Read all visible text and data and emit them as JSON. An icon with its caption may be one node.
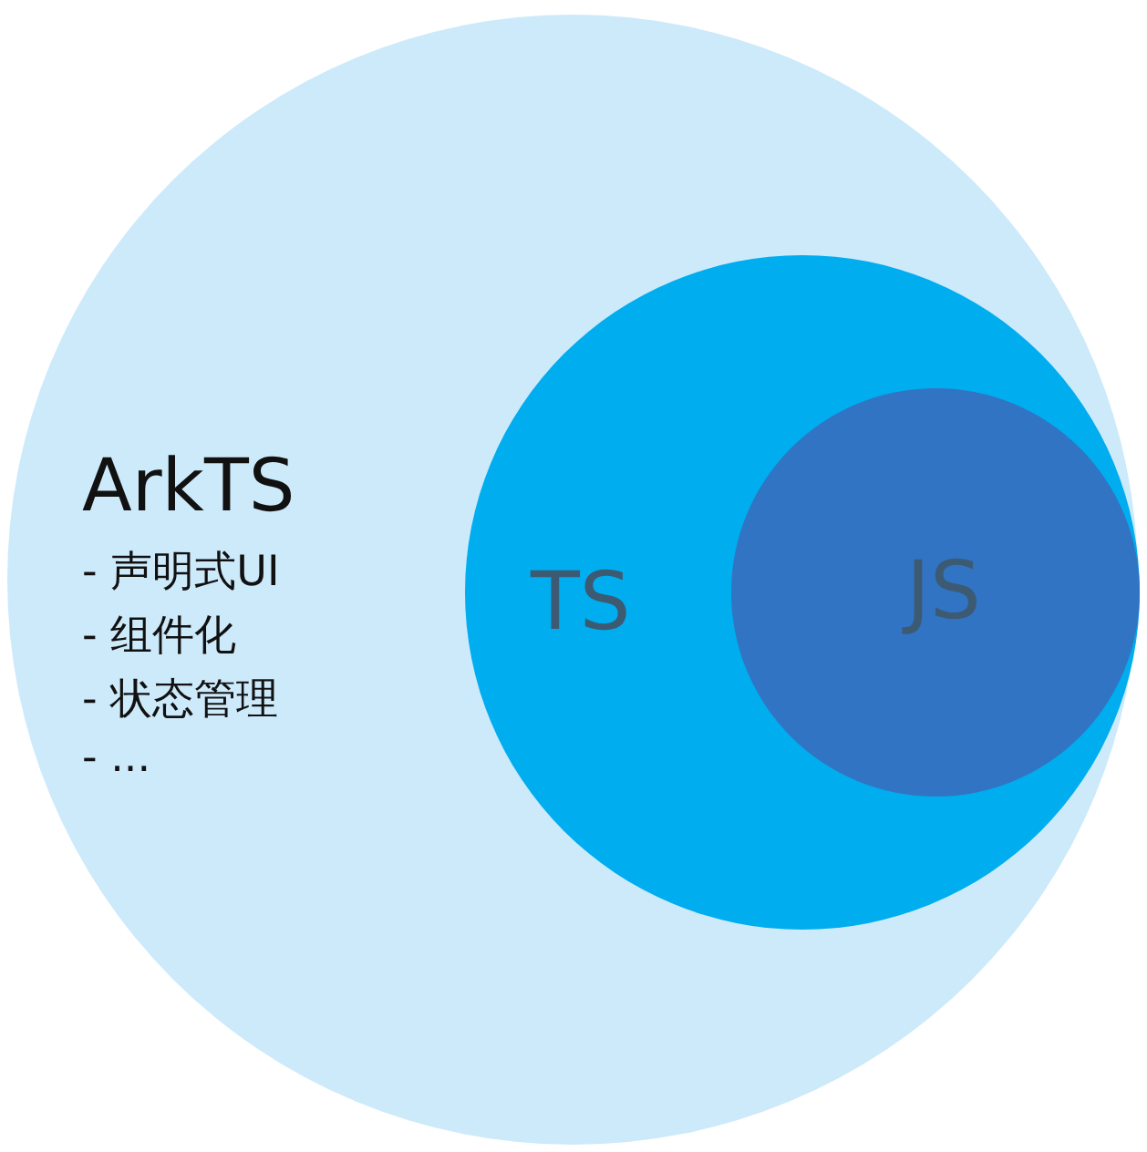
{
  "diagram": {
    "nodes": [
      {
        "text": [
          "ArkTS",
          "- 声明式UI",
          "- 组件化",
          "- 状态管理",
          "- ..."
        ]
      },
      {
        "text": [
          "TS"
        ],
        "in": 0
      },
      {
        "text": [
          "JS"
        ],
        "in": 1
      }
    ],
    "edges": []
  }
}
